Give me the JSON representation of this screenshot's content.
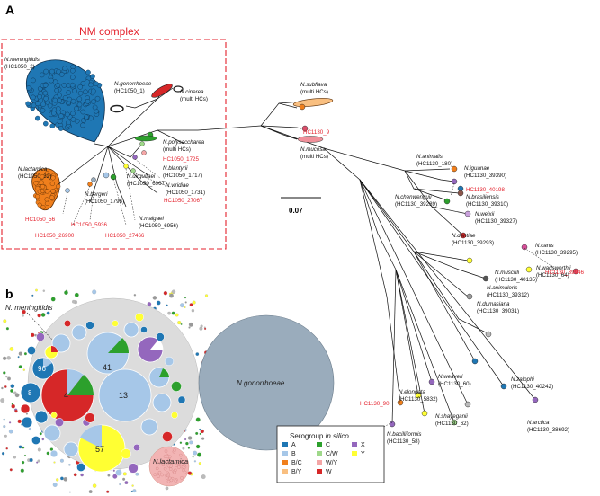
{
  "panels": {
    "a": "A",
    "b": "b"
  },
  "nm_complex_title": "NM complex",
  "scale_bar": "0.07",
  "colors": {
    "A": "#1f77b4",
    "B": "#a6c7e8",
    "B/C": "#f07f1c",
    "B/Y": "#f9bf80",
    "C": "#2ca02c",
    "C/W": "#9fd88a",
    "W/Y": "#f4a6a6",
    "W": "#d62728",
    "X": "#9467bd",
    "Y": "#ffff33",
    "gono": "#9aacbc",
    "lact": "#f2b4b4",
    "nmbg": "#dcdcdc"
  },
  "tree_labels": [
    {
      "sp": "N.meningitidis",
      "hc": "(HC1050_2)"
    },
    {
      "sp": "N.gonorrhoeae",
      "hc": "(HC1050_1)"
    },
    {
      "sp": "N.cinerea",
      "hc": "(multi HCs)"
    },
    {
      "sp": "N.subflava",
      "hc": "(multi HCs)"
    },
    {
      "sp": "N.mucosa",
      "hc": "(multi HCs)"
    },
    {
      "sp": "N.polysaccharea",
      "hc": "(multi HCs)"
    },
    {
      "sp": "N.lactamica",
      "hc": "(HC1050_32)"
    },
    {
      "sp": "N.bergeri",
      "hc": "(HC1050_1796)"
    },
    {
      "sp": "N.maigaei",
      "hc": "(HC1050_6956)"
    },
    {
      "sp": "N.uirgultaei",
      "hc": "(HC1050_6967)"
    },
    {
      "sp": "N.blantyrii",
      "hc": "(HC1050_1717)"
    },
    {
      "sp": "N.viridiae",
      "hc": "(HC1050_1731)"
    },
    {
      "sp": "N.animalis",
      "hc": "(HC1130_180)"
    },
    {
      "sp": "N.iguanae",
      "hc": "(HC1130_39390)"
    },
    {
      "sp": "N.brasiliensis",
      "hc": "(HC1130_39310)"
    },
    {
      "sp": "N.chenwenguii",
      "hc": "(HC1130_39289)"
    },
    {
      "sp": "N.weixii",
      "hc": "(HC1130_39327)"
    },
    {
      "sp": "N.canis",
      "hc": "(HC1130_39295)"
    },
    {
      "sp": "N.wadsworthii",
      "hc": "(HC1130_64)"
    },
    {
      "sp": "N.dentiae",
      "hc": "(HC1130_39293)"
    },
    {
      "sp": "N.musculi",
      "hc": "(HC1130_40135)"
    },
    {
      "sp": "N.animaloris",
      "hc": "(HC1130_39312)"
    },
    {
      "sp": "N.dumasiana",
      "hc": "(HC1130_39031)"
    },
    {
      "sp": "N.weaveri",
      "hc": "(HC1130_60)"
    },
    {
      "sp": "N.elongata",
      "hc": "(HC1130_5832)"
    },
    {
      "sp": "N.shayeganii",
      "hc": "(HC1130_62)"
    },
    {
      "sp": "N.zalophi",
      "hc": "(HC1130_40242)"
    },
    {
      "sp": "N.bacilliformis",
      "hc": "(HC1130_58)"
    },
    {
      "sp": "N.arctica",
      "hc": "(HC1130_38692)"
    }
  ],
  "red_labels": [
    "HC1130_9",
    "HC1050_1725",
    "HC1050_27067",
    "HC1050_56",
    "HC1050_26900",
    "HC1050_5936",
    "HC1050_27466",
    "HC1130_40198",
    "HC1130_39946",
    "HC1130_90"
  ],
  "panel_b": {
    "nm_label": "N. meningitidis",
    "gono_label": "N.gonorrhoeae",
    "lact_label": "N.lactamica",
    "counts": [
      "41",
      "13",
      "4",
      "57",
      "96",
      "8"
    ]
  },
  "legend": {
    "title": "Serogroup",
    "title_suffix": "in silico",
    "items": [
      "A",
      "C",
      "X",
      "B",
      "C/W",
      "Y",
      "B/C",
      "W/Y",
      "B/Y",
      "W"
    ]
  }
}
